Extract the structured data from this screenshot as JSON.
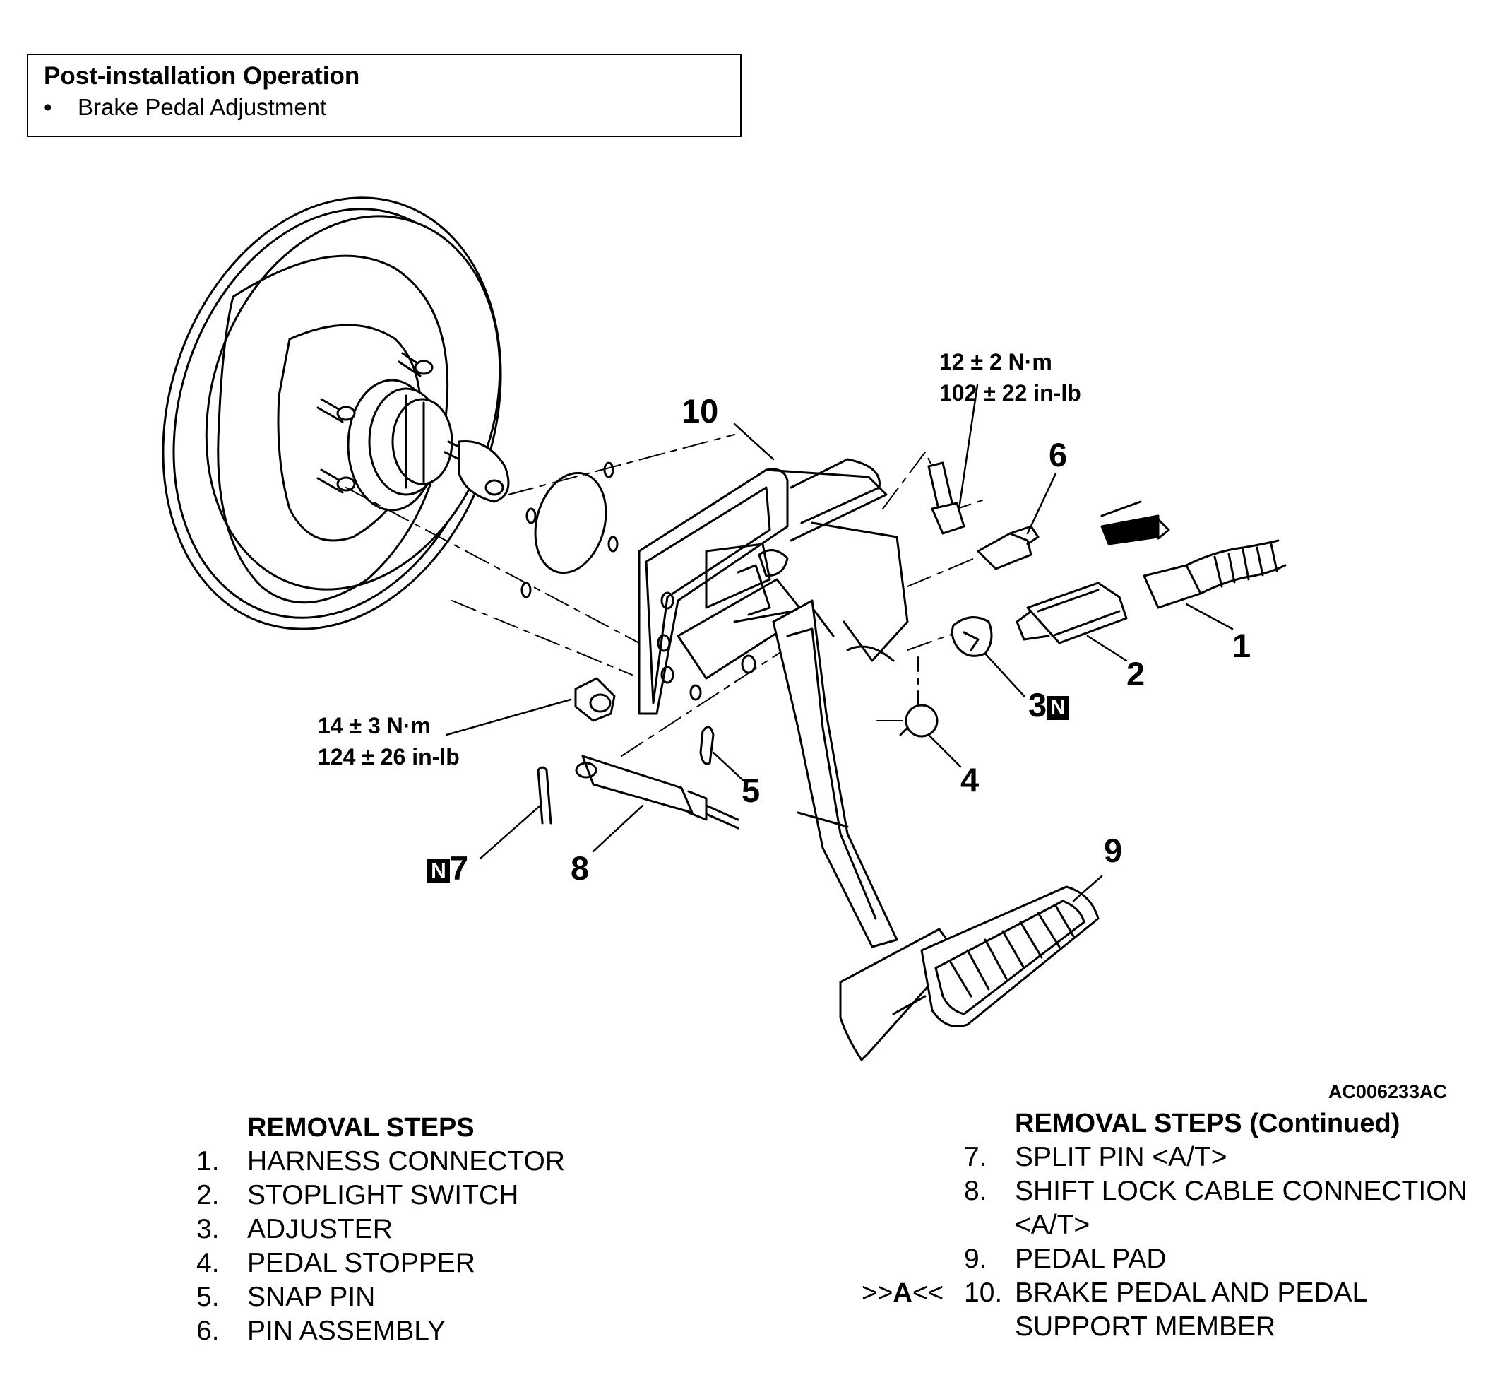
{
  "post_installation": {
    "title": "Post-installation Operation",
    "bullet": "•",
    "item": "Brake Pedal Adjustment"
  },
  "callouts": {
    "c1": "1",
    "c2": "2",
    "c3": "3",
    "c3_tag": "N",
    "c4": "4",
    "c5": "5",
    "c6": "6",
    "c7": "7",
    "c7_tag": "N",
    "c8": "8",
    "c9": "9",
    "c10": "10"
  },
  "torque_upper": {
    "metric": "12 ± 2 N·m",
    "imperial": "102 ± 22 in-lb"
  },
  "torque_lower": {
    "metric": "14 ± 3 N·m",
    "imperial": "124 ± 26 in-lb"
  },
  "figure_code": "AC006233AC",
  "removal_steps": {
    "heading": "REMOVAL STEPS",
    "items": [
      {
        "num": "1.",
        "text": "HARNESS CONNECTOR"
      },
      {
        "num": "2.",
        "text": "STOPLIGHT SWITCH"
      },
      {
        "num": "3.",
        "text": "ADJUSTER"
      },
      {
        "num": "4.",
        "text": "PEDAL STOPPER"
      },
      {
        "num": "5.",
        "text": "SNAP PIN"
      },
      {
        "num": "6.",
        "text": "PIN ASSEMBLY"
      }
    ]
  },
  "removal_steps_continued": {
    "heading": "REMOVAL STEPS (Continued)",
    "items": [
      {
        "num": "7.",
        "text": "SPLIT PIN <A/T>"
      },
      {
        "num": "8.",
        "text": "SHIFT LOCK CABLE CONNECTION"
      },
      {
        "num": "",
        "text": "<A/T>"
      },
      {
        "num": "9.",
        "text": "PEDAL PAD"
      },
      {
        "num": "10.",
        "text": "BRAKE PEDAL AND PEDAL"
      },
      {
        "num": "",
        "text": "SUPPORT MEMBER"
      }
    ],
    "marker_pre": ">>",
    "marker_letter": "A",
    "marker_post": "<<"
  }
}
